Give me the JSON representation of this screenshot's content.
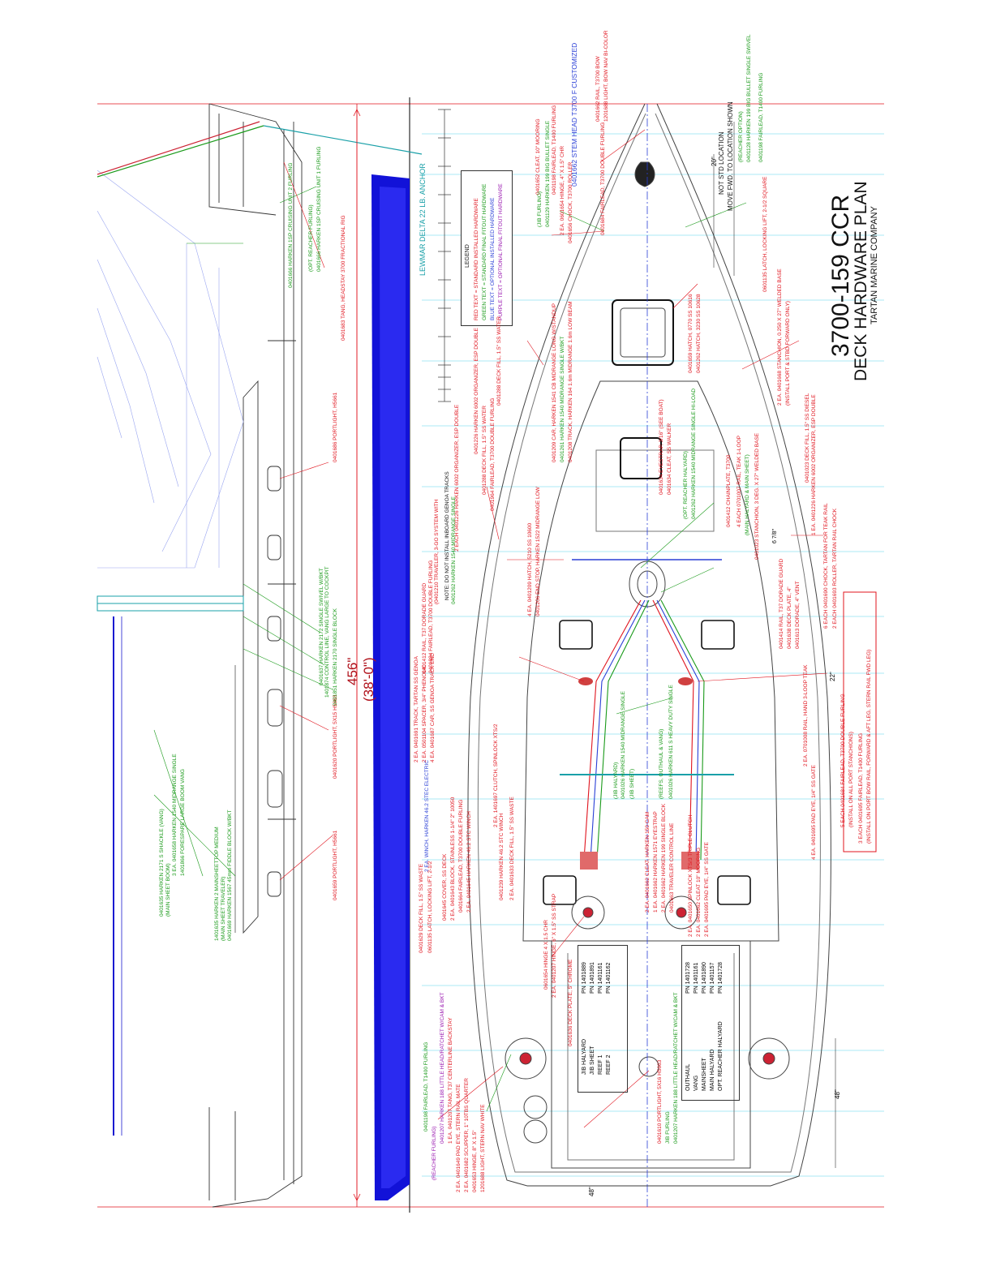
{
  "title": {
    "model": "3700-159 CCR",
    "plan": "DECK HARDWARE PLAN",
    "company": "TARTAN MARINE COMPANY"
  },
  "legend": {
    "heading": "LEGEND",
    "lines": [
      {
        "text": "RED TEXT = STANDARD INSTALLED HARDWARE",
        "color": "#e0141e"
      },
      {
        "text": "GREEN TEXT = STANDARD FINAL FITOUT HARDWARE",
        "color": "#1a9a1a"
      },
      {
        "text": "BLUE TEXT = OPTIONAL INSTALLED HARDWARE",
        "color": "#2a3fd6"
      },
      {
        "text": "PURPLE TEXT = OPTIONAL FINAL FITOUT HARDWARE",
        "color": "#9a1ab0"
      }
    ]
  },
  "overall_length": {
    "inches": "456\"",
    "feet": "(38'-0\")"
  },
  "anchor_label": "LEWMAR DELTA 22 LB. ANCHOR",
  "stem_head_label": "0401662 STEM HEAD T3700 F CUSTOMIZED",
  "bow_note": [
    "NOT STD LOCATION",
    "MOVE FWD. TO LOCATION SHOWN"
  ],
  "dimensions": {
    "d20": "20\"",
    "d22": "22\"",
    "d48a": "48\"",
    "d48b": "48\"",
    "d678": "6 7/8\""
  },
  "side_callouts": [
    {
      "text": "0401683 TANG, HEADSTAY 3700 FRACTIONAL RIG",
      "color": "red"
    },
    {
      "text": "0401666 HARKEN 1SP CRUISING UNIT 1 FURLING",
      "color": "green"
    },
    {
      "text": "(OPT. REACHER FURLING)",
      "color": "green"
    },
    {
      "text": "0401666 HARKEN 1SP CRUISING UNIT 2 FURLING",
      "color": "green"
    },
    {
      "text": "0401686 PORTLIGHT, H5661",
      "color": "red"
    },
    {
      "text": "0401620 PORTLIGHT, 5X15 H5663",
      "color": "red"
    },
    {
      "text": "0401659 PORTLIGHT, H5661",
      "color": "red"
    },
    {
      "text": "0401851 HARKEN 2170 SINGLE BLOCK",
      "color": "green"
    },
    {
      "text": "1401874 CONTROL LINE, VANG LARGE TO COCKPIT",
      "color": "green"
    },
    {
      "text": "0401637 HARKEN 2172 SINGLE SWIVEL W/BKT",
      "color": "green"
    },
    {
      "text": "0401635 HARKEN 2171 S SHACKLE (VANG)",
      "color": "green"
    },
    {
      "text": "(MAIN SHEET BOOM)",
      "color": "green"
    },
    {
      "text": "3 EA. 0401658 HARKEN 1540 MIDRANGE SINGLE",
      "color": "green"
    },
    {
      "text": "1401866 FORESPARE LARGE BOOM VANG",
      "color": "green"
    },
    {
      "text": "1401635 HARKEN 2 MAINSHEETTOP MEDIUM",
      "color": "green"
    },
    {
      "text": "(MAIN SHEET TRAVELER)",
      "color": "green"
    },
    {
      "text": "0401669 HARKEN 1567 45mm FIDDLE BLOCK W/BKT",
      "color": "green"
    }
  ],
  "deck_callouts": [
    {
      "text": "0401662 RAIL, T3700 BOW",
      "color": "red"
    },
    {
      "text": "1201688 LIGHT, BOW NAV BI-COLOR",
      "color": "red"
    },
    {
      "text": "0401652 CLEAT, 10\" MOORING",
      "color": "red"
    },
    {
      "text": "0401198 FAIRLEAD, T1400 FURLING",
      "color": "red"
    },
    {
      "text": "(JIB FURLING)",
      "color": "green"
    },
    {
      "text": "0401129 HARKEN 199 BIG BULLET SINGLE",
      "color": "green"
    },
    {
      "text": "2 EA. 0601654 HINGE, 4\" X 1.5\" CHR",
      "color": "red"
    },
    {
      "text": "0401656 CHOCK, T3700 ROLLER",
      "color": "red"
    },
    {
      "text": "0401684 FAIRLEAD, T3700 DOUBLE FURLING",
      "color": "red"
    },
    {
      "text": "0401128 HARKEN 199 BIG BULLET SINGLE SWIVEL",
      "color": "green"
    },
    {
      "text": "(REACHER OPTION)",
      "color": "green"
    },
    {
      "text": "0401198 FAIRLEAD, T1400 FURLING",
      "color": "green"
    },
    {
      "text": "0601135 LATCH, LOCKING LIFT, 2-1/2 SQUARE",
      "color": "red"
    },
    {
      "text": "0401659 HATCH, 0770 SS 10616",
      "color": "red"
    },
    {
      "text": "0401262 HATCH, 3230 SS 10628",
      "color": "red"
    },
    {
      "text": "2 EA. 0401668 STANCHION, 0.250 X 27\" WELDED BASE",
      "color": "red"
    },
    {
      "text": "(INSTALL PORT & STBD FORWARD ONLY)",
      "color": "red"
    },
    {
      "text": "0401288 DECK FILL, 1.5\" SS WATER",
      "color": "red"
    },
    {
      "text": "0401964 FAIRLEAD, T3700 DOUBLE FURLING",
      "color": "red"
    },
    {
      "text": "0401288 DECK FILL, 1.5\" SS WATER",
      "color": "red"
    },
    {
      "text": "0401226 HARKEN 6002 ORGANIZER, ESP DOUBLE",
      "color": "red"
    },
    {
      "text": "2 EACH 0401226 HARKEN 6002 ORGANIZER, ESP DOUBLE",
      "color": "red"
    },
    {
      "text": "0401412 RAIL, T37 DORADE GUARD",
      "color": "red"
    },
    {
      "text": "0401884 FAIRLEAD, T3700 DOUBLE FURLING",
      "color": "red"
    },
    {
      "text": "NOTE: DO NOT INSTALL INBOARD GENOA TRACKS",
      "color": "black"
    },
    {
      "text": "(0401210 TRAVELER, 3-GO SYSTEM WITH",
      "color": "red"
    },
    {
      "text": "0401262 HARKEN 1540 MIDRANGE SINGLE",
      "color": "green"
    },
    {
      "text": "4 EA. 0401209 HATCH, 5210 SS 10600",
      "color": "red"
    },
    {
      "text": "0401206 END STOP, HARKEN 1522 MIDRANGE LOW",
      "color": "red"
    },
    {
      "text": "0401209 CAR, HARKEN 1541 CB MIDRANGE LONG W/STANDUP",
      "color": "red"
    },
    {
      "text": "0401261 HARKEN 1540 MIDRANGE SINGLE W/BKT",
      "color": "green"
    },
    {
      "text": "0401208 TRACK, HARKEN 164 1.6m MIDRANGE 1.6m LOW BEAM",
      "color": "red"
    },
    {
      "text": "0401634 EYESTRAP, 3/16\" (SEE BOAT)",
      "color": "red"
    },
    {
      "text": "0401634 CLEAT, SS WALKER",
      "color": "red"
    },
    {
      "text": "4 EACH 0701007 RAIL, TEAK 1-LOOP",
      "color": "red"
    },
    {
      "text": "0401023 DECK FILL, 1.5\" SS DIESEL",
      "color": "red"
    },
    {
      "text": "(OPT. REACHER HALYARD)",
      "color": "green"
    },
    {
      "text": "0401262 HARKEN 1540 MIDRANGE SINGLE HI-LOAD",
      "color": "green"
    },
    {
      "text": "0401412 CHAINPLATE, T3700",
      "color": "red"
    },
    {
      "text": "(MAIN HALYARD & MAIN SHEET)",
      "color": "green"
    },
    {
      "text": "0401023 STANCHION, 3 DEG. X 27\" WELDED BASE",
      "color": "red"
    },
    {
      "text": "1 EA. 0401226 HARKEN 6002 ORGANIZER, ESP DOUBLE",
      "color": "red"
    },
    {
      "text": "6 EACH 0401690 CHOCK, TARTAN FOR TEAK RAIL",
      "color": "red"
    },
    {
      "text": "2 EACH 0401693 ROLLER, TARTAN RAIL CHOCK",
      "color": "red"
    },
    {
      "text": "0401414 RAIL, T37 DORADE GUARD",
      "color": "red"
    },
    {
      "text": "0401638 DECK PLATE, 4\"",
      "color": "red"
    },
    {
      "text": "0401613 DORADE, 4\" VENT",
      "color": "red"
    },
    {
      "text": "2 EA. 0701008 RAIL, HAND 3-LOOP TEAK",
      "color": "red"
    },
    {
      "text": "4 EA. 0401695 PAD EYE, 1/4\" SS GATE",
      "color": "red"
    },
    {
      "text": "(JIB HALYARD)",
      "color": "green"
    },
    {
      "text": "0401026 HARKEN 1540 MIDRANGE SINGLE",
      "color": "green"
    },
    {
      "text": "(JIB SHEET)",
      "color": "green"
    },
    {
      "text": "(REEFS, OUTHAUL & VANG)",
      "color": "green"
    },
    {
      "text": "0401026 HARKEN 611 S HEAVY DUTY SINGLE",
      "color": "green"
    },
    {
      "text": "2 EA. 0401691 TRACK, TARTAN SS GENOA",
      "color": "red"
    },
    {
      "text": "2 EA. 0501104 SPACER, 3/4\" PHENOLIC",
      "color": "red"
    },
    {
      "text": "4 EA. 0401687 CAR, SS GENOA TRACK END",
      "color": "red"
    },
    {
      "text": "2 EA. 1401697 CLUTCH, SPINLOCK XTS/2",
      "color": "red"
    },
    {
      "text": "2 EA. 0401662 CLEAT, HARKEN 150 CAM",
      "color": "red"
    },
    {
      "text": "1 EA. 0401662 HARKEN 1571 EYESTRAP",
      "color": "red"
    },
    {
      "text": "2 EA. 0401662 HARKEN 199 SINGLE BLOCK",
      "color": "red"
    },
    {
      "text": "0401663 TRAVELER CONTROL LINE",
      "color": "red"
    },
    {
      "text": "2 EA. 0401650 SPINLOCK XTS/3 TRIPLE CLUTCH",
      "color": "red"
    },
    {
      "text": "2 EA. 0401662 CLEAT 10\" MOORING",
      "color": "red"
    },
    {
      "text": "2 EA. 0401695 PAD EYE, 1/4\" SS GATE",
      "color": "red"
    },
    {
      "text": "5 EACH 0401684 FAIRLEAD, T3700 DOUBLE FURLING",
      "color": "red"
    },
    {
      "text": "(INSTALL ON ALL PORT STANCHIONS)",
      "color": "red"
    },
    {
      "text": "3 EACH 0401695 FAIRLEAD, T1400 FURLING",
      "color": "red"
    },
    {
      "text": "(INSTALL ON PORT BOW RAIL, FORWARD & AFT LEG, STERN RAIL FWD LEG)",
      "color": "red"
    },
    {
      "text": "2 EA. WINCH, HARKEN 46.2 STEC ELECTRIC",
      "color": "blue"
    },
    {
      "text": "0401645 COVER, SS DECK",
      "color": "red"
    },
    {
      "text": "2 EA. 0401643 BLOCK, STAINLESS 1-1/4\" 2\" 10050",
      "color": "red"
    },
    {
      "text": "0401664 FAIRLEAD, T3700 DOUBLE FURLING",
      "color": "red"
    },
    {
      "text": "2 EA. 0401645 HARKEN 46.2 STC WINCH",
      "color": "red"
    },
    {
      "text": "0401239 HARKEN 46.2 STC WINCH",
      "color": "red"
    },
    {
      "text": "2 EA. 0401633 DECK FILL, 1.5\" SS WASTE",
      "color": "red"
    },
    {
      "text": "0401629 DECK FILL, 1.5\" SS WASTE",
      "color": "red"
    },
    {
      "text": "0601135 LATCH, LOCKING LIFT, 2-1/2",
      "color": "red"
    },
    {
      "text": "0601654 HINGE 4 X 1.5 CHR",
      "color": "red"
    },
    {
      "text": "2 EA. 0401207 HINGE, 6\" X 1.5\" SS STRAP",
      "color": "red"
    },
    {
      "text": "0401636 DECK PLATE, 5\" CHROME",
      "color": "red"
    },
    {
      "text": "0401610 PORTLIGHT, 5X16 H5663",
      "color": "red"
    },
    {
      "text": "JIB FURLING",
      "color": "green"
    },
    {
      "text": "0401207 HARKEN 188 LITTLE HEAD/RATCHET W/CAM & BKT",
      "color": "green"
    },
    {
      "text": "0401198 FAIRLEAD, T1400 FURLING",
      "color": "green"
    },
    {
      "text": "(REACHER FURLING)",
      "color": "purple"
    },
    {
      "text": "0401207 HARKEN 188 LITTLE HEAD/RATCHET W/CAM & BKT",
      "color": "purple"
    },
    {
      "text": "1 EA. 0401207 TANG, T37 CENTERLINE BACKSTAY",
      "color": "red"
    },
    {
      "text": "2 EA. 0401649 PAD EYE, STERN RAIL MATE",
      "color": "red"
    },
    {
      "text": "2 EA. 0401682 SCUPPER, 1\" 10TBS QUARTER",
      "color": "red"
    },
    {
      "text": "0401653 HINGE, 8\" X 1.5\"",
      "color": "red"
    },
    {
      "text": "1201688 LIGHT, STERN NAV WHITE",
      "color": "red"
    }
  ],
  "placard_port": {
    "rows": [
      {
        "name": "JIB HALYARD",
        "pn": "PN 1401889"
      },
      {
        "name": "JIB SHEET",
        "pn": "PN 1401891"
      },
      {
        "name": "REEF 1",
        "pn": "PN 1401161"
      },
      {
        "name": "REEF 2",
        "pn": "PN 1401162"
      }
    ]
  },
  "placard_stbd": {
    "rows": [
      {
        "name": "OUTHAUL",
        "pn": "PN 1401728"
      },
      {
        "name": "VANG",
        "pn": "PN 1401161"
      },
      {
        "name": "MAINSHEET",
        "pn": "PN 1401890"
      },
      {
        "name": "MAIN HALYARD",
        "pn": "PN 1401157"
      },
      {
        "name": "OPT. REACHER HALYARD",
        "pn": "PN 1401728"
      }
    ]
  },
  "colors": {
    "red": "#e0141e",
    "green": "#1a9a1a",
    "blue": "#2a3fd6",
    "purple": "#9a1ab0",
    "teal": "#1aa0a8",
    "navy": "#1a1ad0"
  }
}
